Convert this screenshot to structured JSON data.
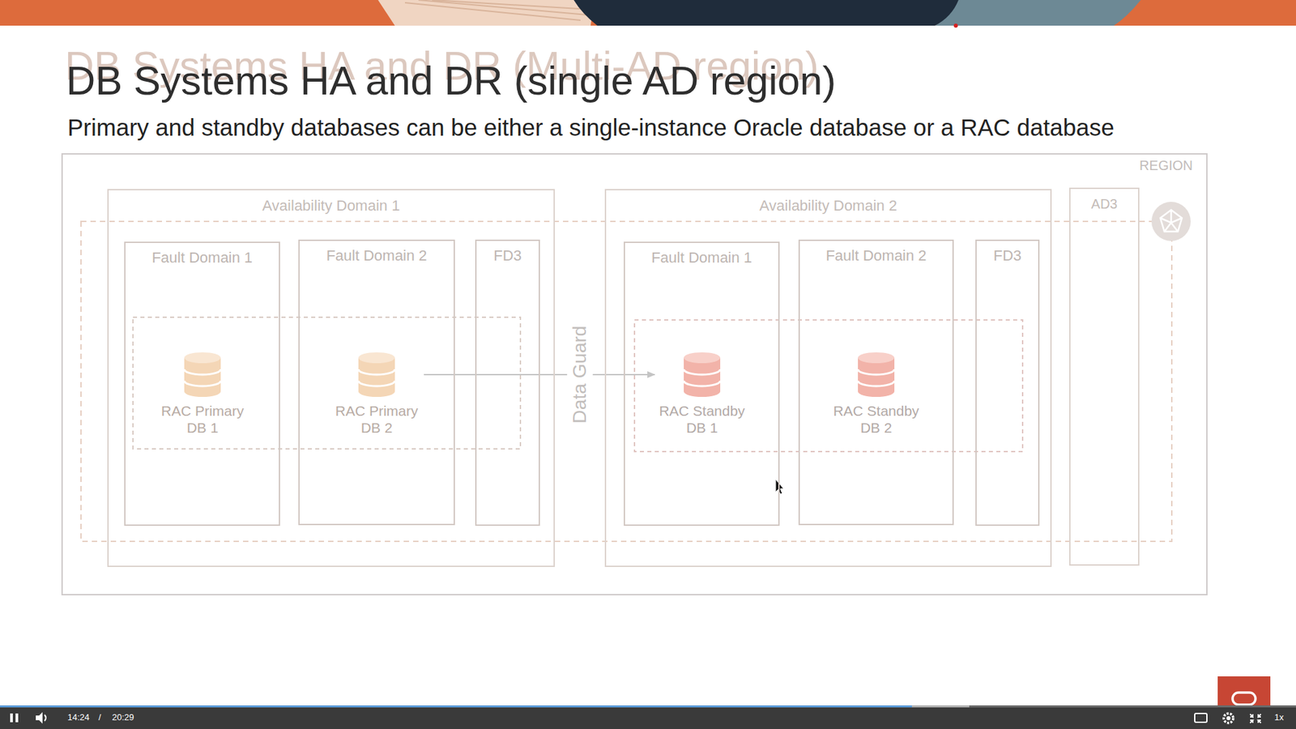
{
  "diagram": {
    "title": "DB Systems HA and DR (single AD region)",
    "nodes": [
      {
        "text": [
          "REGION"
        ]
      },
      {
        "text": [
          "Availability Domain 1"
        ],
        "in": 0
      },
      {
        "text": [
          "Fault Domain 1"
        ],
        "in": 1
      },
      {
        "text": [
          "Fault Domain 2"
        ],
        "in": 1
      },
      {
        "text": [
          "FD3"
        ],
        "in": 1
      },
      {
        "text": [
          "RAC Primary DB 1"
        ],
        "in": 2
      },
      {
        "text": [
          "RAC Primary DB 2"
        ],
        "in": 3
      },
      {
        "text": [
          "Availability Domain 2"
        ],
        "in": 0
      },
      {
        "text": [
          "Fault Domain 1"
        ],
        "in": 7
      },
      {
        "text": [
          "Fault Domain 2"
        ],
        "in": 7
      },
      {
        "text": [
          "FD3"
        ],
        "in": 7
      },
      {
        "text": [
          "RAC Standby DB 1"
        ],
        "in": 8
      },
      {
        "text": [
          "RAC Standby DB 2"
        ],
        "in": 9
      },
      {
        "text": [
          "AD3"
        ],
        "in": 0
      }
    ],
    "edges": [
      {
        "from": 6,
        "to": 11,
        "arrow": "to",
        "label": "Data Guard"
      }
    ],
    "labels": [
      "DB Systems HA and DR (Multi-AD region)",
      "Primary and standby databases can be either a single-instance Oracle database or a RAC database",
      "14:24",
      "/",
      "20:29",
      "1x"
    ]
  }
}
